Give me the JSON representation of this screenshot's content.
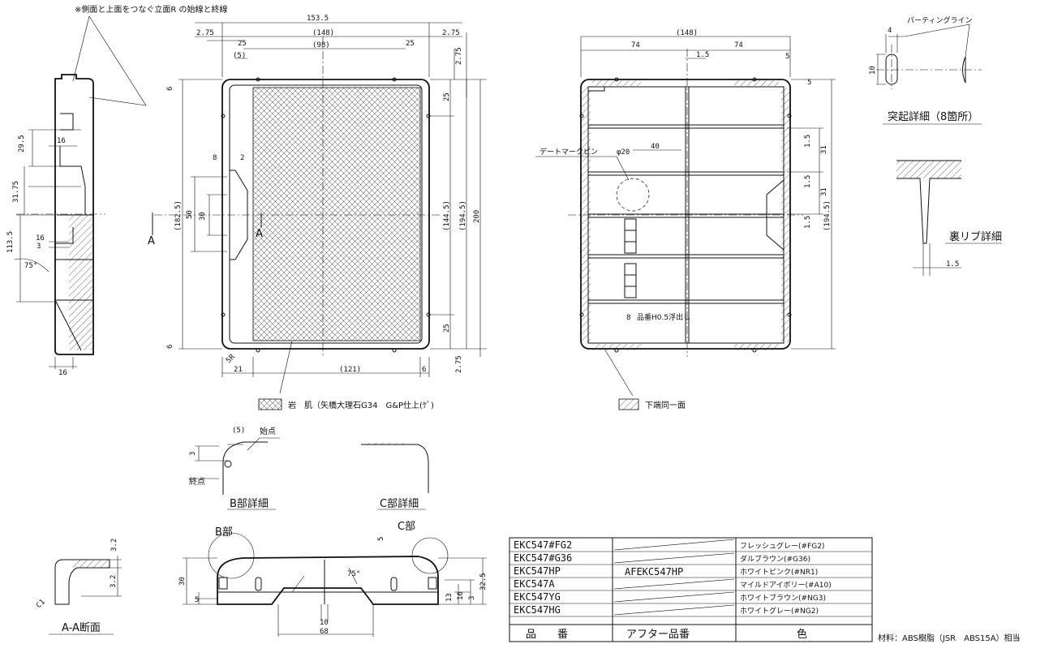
{
  "notes": {
    "top_left": "※側面と上面をつなぐ立面R の始線と終線",
    "parting_line": "パーティングライン",
    "date_mark_pin": "デートマークピン",
    "engrave": "品番H0.5浮出し"
  },
  "section_titles": {
    "protrusion": "突起詳細（8箇所）",
    "rib": "裏リブ詳細",
    "b_detail": "B部詳細",
    "c_detail": "C部詳細",
    "aa_section": "A-A断面",
    "b_part": "B部",
    "c_part": "C部",
    "start": "始点",
    "end": "終点",
    "section_a": "A"
  },
  "legend": {
    "finish": "岩　肌（矢橋大理石G34　G&P仕上(ｹﾞ)",
    "underside": "下端同一面"
  },
  "dims": {
    "d153_5": "153.5",
    "d148": "(148)",
    "d2_75": "2.75",
    "d25": "25",
    "d98": "(98)",
    "d5p": "(5)",
    "d74": "74",
    "d1_5": "1.5",
    "d5": "5",
    "d182_5": "(182.5)",
    "d144_5": "(144.5)",
    "d194_5": "(194.5)",
    "d200": "200",
    "d50": "50",
    "d30": "30",
    "d8": "8",
    "d2": "2",
    "d21": "21",
    "d121": "(121)",
    "d6": "6",
    "d5R": "5R",
    "d29_5": "29.5",
    "d16": "16",
    "d31_75": "31.75",
    "d113_5": "113.5",
    "d3": "3",
    "d75": "75°",
    "d40": "40",
    "d20": "φ20",
    "d31": "31",
    "d4": "4",
    "d10": "10",
    "d3_2": "3.2",
    "d32_5": "32.5",
    "d13": "13",
    "d68": "68",
    "dC1": "C1",
    "d30b": "30"
  },
  "product_table": {
    "headers": [
      "品　　番",
      "アフター品番",
      "色"
    ],
    "after_part": "AFEKC547HP",
    "rows": [
      {
        "part": "EKC547#FG2",
        "color": "フレッシュグレー(#FG2)"
      },
      {
        "part": "EKC547#G36",
        "color": "ダルブラウン(#G36)"
      },
      {
        "part": "EKC547HP",
        "color": "ホワイトピンク(#NR1)"
      },
      {
        "part": "EKC547A",
        "color": "マイルドアイボリー(#A10)"
      },
      {
        "part": "EKC547YG",
        "color": "ホワイトブラウン(#NG3)"
      },
      {
        "part": "EKC547HG",
        "color": "ホワイトグレー(#NG2)"
      }
    ]
  },
  "material": "材料：ABS樹脂（JSR　ABS15A）相当"
}
